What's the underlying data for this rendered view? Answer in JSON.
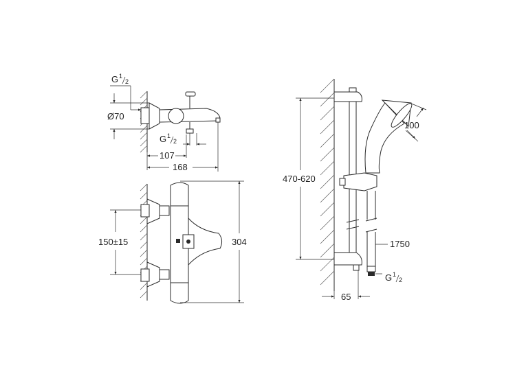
{
  "dimensions": {
    "thread_top": {
      "base": "G",
      "num": "1",
      "den": "2"
    },
    "thread_mid": {
      "base": "G",
      "num": "1",
      "den": "2"
    },
    "thread_right": {
      "base": "G",
      "num": "1",
      "den": "2"
    },
    "diameter": "Ø70",
    "d107": "107",
    "d168": "168",
    "d150": "150±15",
    "d304": "304",
    "d470_620": "470-620",
    "d100": "100",
    "d1750": "1750",
    "d65": "65"
  }
}
